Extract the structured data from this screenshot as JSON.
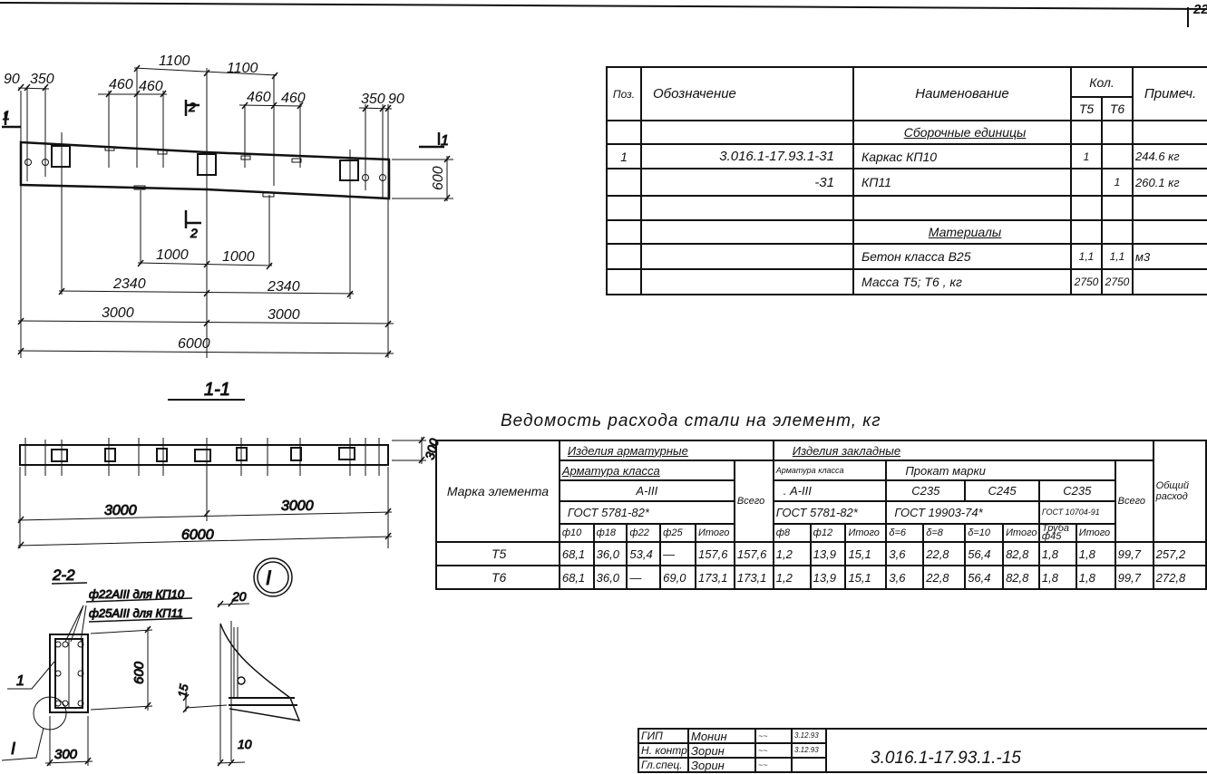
{
  "page_number": "22",
  "plan_view": {
    "section_marks": [
      "1",
      "1",
      "2",
      "2"
    ],
    "dims": {
      "d90_left": "90",
      "d350_left": "350",
      "d460_1": "460",
      "d460_2": "460",
      "d460_3": "460",
      "d460_4": "460",
      "d1100_1": "1100",
      "d1100_2": "1100",
      "d350_right": "350",
      "d90_right": "90",
      "height": "600",
      "d1000_1": "1000",
      "d1000_2": "1000",
      "d2340_1": "2340",
      "d2340_2": "2340",
      "d3000_1": "3000",
      "d3000_2": "3000",
      "total": "6000"
    }
  },
  "section_1_1": {
    "title": "1-1",
    "height": "300",
    "d3000_1": "3000",
    "d3000_2": "3000",
    "total": "6000"
  },
  "section_2_2": {
    "title": "2-2",
    "callout_1": "ф22АIII для КП10",
    "callout_2": "ф25АIII для КП11",
    "height": "600",
    "width": "300",
    "pos_label": "1",
    "detail_ref": "I"
  },
  "detail_I": {
    "marker": "I",
    "d20": "20",
    "d15": "15",
    "d10": "10"
  },
  "spec_table": {
    "headers": {
      "pos": "Поз.",
      "designation": "Обозначение",
      "name": "Наименование",
      "qty": "Кол.",
      "t5": "Т5",
      "t6": "Т6",
      "note": "Примеч."
    },
    "rows": [
      {
        "pos": "",
        "designation": "",
        "name": "Сборочные единицы",
        "t5": "",
        "t6": "",
        "note": "",
        "underline": true
      },
      {
        "pos": "1",
        "designation": "3.016.1-17.93.1-31",
        "name": "Каркас    КП10",
        "t5": "1",
        "t6": "",
        "note": "244.6 кг"
      },
      {
        "pos": "",
        "designation": "-31",
        "name": "КП11",
        "t5": "",
        "t6": "1",
        "note": "260.1 кг"
      },
      {
        "pos": "",
        "designation": "",
        "name": "",
        "t5": "",
        "t6": "",
        "note": ""
      },
      {
        "pos": "",
        "designation": "",
        "name": "Материалы",
        "t5": "",
        "t6": "",
        "note": "",
        "underline": true
      },
      {
        "pos": "",
        "designation": "",
        "name": "Бетон  класса   В25",
        "t5": "1,1",
        "t6": "1,1",
        "note": "м3"
      },
      {
        "pos": "",
        "designation": "",
        "name": "Масса  Т5; Т6 , кг",
        "t5": "2750",
        "t6": "2750",
        "note": ""
      }
    ]
  },
  "steel_table": {
    "title": "Ведомость   расхода   стали   на элемент, кг",
    "h_mark": "Марка элемента",
    "h_rebar_items": "Изделия арматурные",
    "h_embedded_items": "Изделия закладные",
    "h_rebar_class": "Арматура класса",
    "h_rebar_class_2": "Арматура класса",
    "h_rolled": "Прокат марки",
    "h_a3": "А-III",
    "h_a3_2": ". А-III",
    "h_c235": "С235",
    "h_c245": "С245",
    "h_c235_2": "С235",
    "h_gost1": "ГОСТ 5781-82*",
    "h_gost2": "ГОСТ 5781-82*",
    "h_gost3": "ГОСТ 19903-74*",
    "h_gost4": "ГОСТ 10704-91",
    "h_total1": "Всего",
    "h_total2": "Всего",
    "h_overall": "Общий расход",
    "sub": [
      "ф10",
      "ф18",
      "ф22",
      "ф25",
      "Итого",
      "ф8",
      "ф12",
      "Итого",
      "δ=6",
      "δ=8",
      "δ=10",
      "Итого",
      "Труба ф45",
      "Итого"
    ],
    "rows": [
      {
        "mark": "Т5",
        "values": [
          "68,1",
          "36,0",
          "53,4",
          "—",
          "157,6",
          "157,6",
          "1,2",
          "13,9",
          "15,1",
          "3,6",
          "22,8",
          "56,4",
          "82,8",
          "1,8",
          "1,8",
          "99,7",
          "257,2"
        ]
      },
      {
        "mark": "Т6",
        "values": [
          "68,1",
          "36,0",
          "—",
          "69,0",
          "173,1",
          "173,1",
          "1,2",
          "13,9",
          "15,1",
          "3,6",
          "22,8",
          "56,4",
          "82,8",
          "1,8",
          "1,8",
          "99,7",
          "272,8"
        ]
      }
    ]
  },
  "title_block": {
    "rows": [
      {
        "role": "ГИП",
        "name": "Монин",
        "date": "3.12.93"
      },
      {
        "role": "Н. контр.",
        "name": "Зорин",
        "date": "3.12.93"
      },
      {
        "role": "Гл.спец.",
        "name": "Зорин",
        "date": ""
      }
    ],
    "doc_number": "3.016.1-17.93.1.-15"
  }
}
